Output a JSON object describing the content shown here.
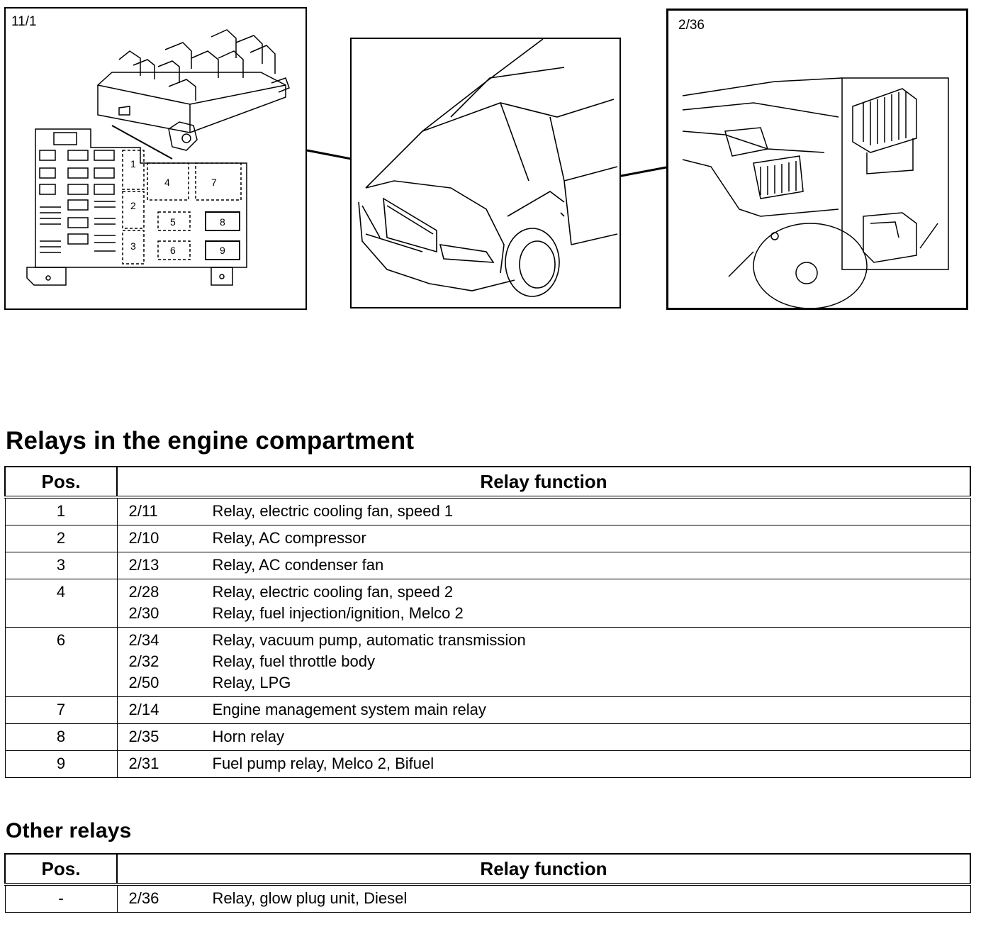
{
  "figures": {
    "left_label": "11/1",
    "right_label": "2/36",
    "relay_box_numbers": [
      "1",
      "2",
      "3",
      "4",
      "5",
      "6",
      "7",
      "8",
      "9"
    ]
  },
  "engine_section": {
    "title": "Relays in the engine compartment",
    "headers": {
      "pos": "Pos.",
      "function": "Relay function"
    },
    "rows": [
      {
        "pos": "1",
        "entries": [
          {
            "code": "2/11",
            "desc": "Relay, electric cooling fan, speed 1"
          }
        ]
      },
      {
        "pos": "2",
        "entries": [
          {
            "code": "2/10",
            "desc": "Relay, AC compressor"
          }
        ]
      },
      {
        "pos": "3",
        "entries": [
          {
            "code": "2/13",
            "desc": "Relay, AC condenser fan"
          }
        ]
      },
      {
        "pos": "4",
        "entries": [
          {
            "code": "2/28",
            "desc": "Relay, electric cooling fan, speed 2"
          },
          {
            "code": "2/30",
            "desc": "Relay, fuel injection/ignition, Melco 2"
          }
        ]
      },
      {
        "pos": "6",
        "entries": [
          {
            "code": "2/34",
            "desc": "Relay, vacuum pump, automatic transmission"
          },
          {
            "code": "2/32",
            "desc": "Relay, fuel throttle body"
          },
          {
            "code": "2/50",
            "desc": "Relay, LPG"
          }
        ]
      },
      {
        "pos": "7",
        "entries": [
          {
            "code": "2/14",
            "desc": "Engine management system main relay"
          }
        ]
      },
      {
        "pos": "8",
        "entries": [
          {
            "code": "2/35",
            "desc": "Horn relay"
          }
        ]
      },
      {
        "pos": "9",
        "entries": [
          {
            "code": "2/31",
            "desc": "Fuel pump relay, Melco 2, Bifuel"
          }
        ]
      }
    ]
  },
  "other_section": {
    "title": "Other relays",
    "headers": {
      "pos": "Pos.",
      "function": "Relay function"
    },
    "rows": [
      {
        "pos": "-",
        "entries": [
          {
            "code": "2/36",
            "desc": "Relay, glow plug unit, Diesel"
          }
        ]
      }
    ]
  }
}
